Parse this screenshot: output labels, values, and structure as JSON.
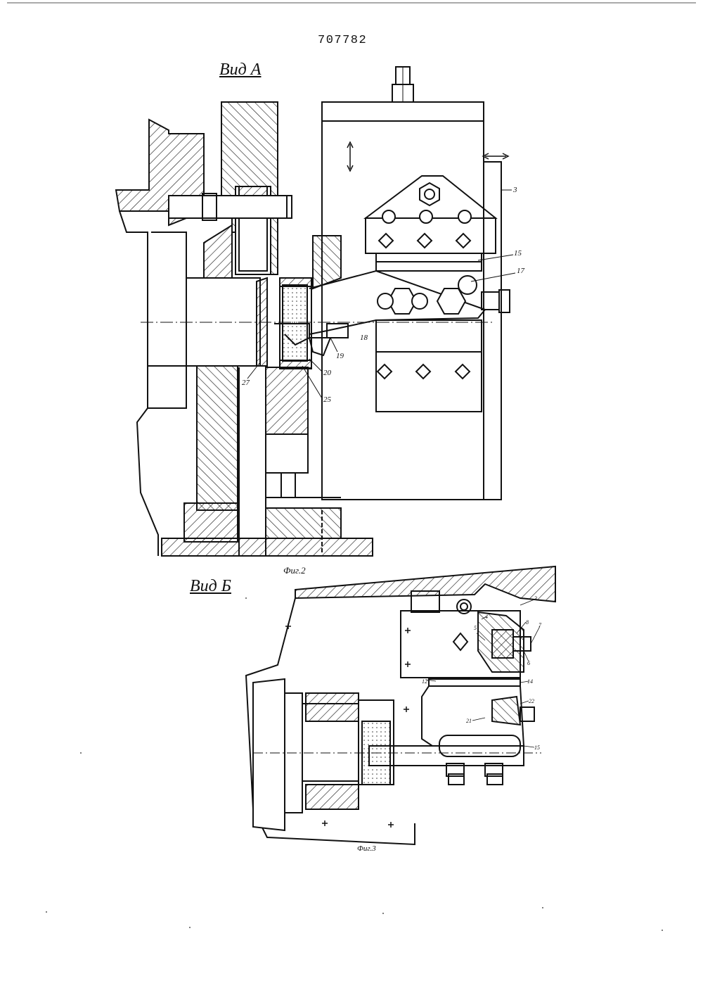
{
  "document": {
    "patent_number": "707782",
    "view_a_title": "Вид А",
    "view_b_title": "Вид Б",
    "fig2_caption": "Фиг.2",
    "fig3_caption": "Фиг.3"
  },
  "fig2_callouts": [
    "3",
    "15",
    "17",
    "18",
    "19",
    "20",
    "25",
    "27"
  ],
  "fig3_callouts": [
    "3",
    "4",
    "5",
    "6",
    "7",
    "8",
    "12",
    "14",
    "15",
    "21",
    "22"
  ]
}
